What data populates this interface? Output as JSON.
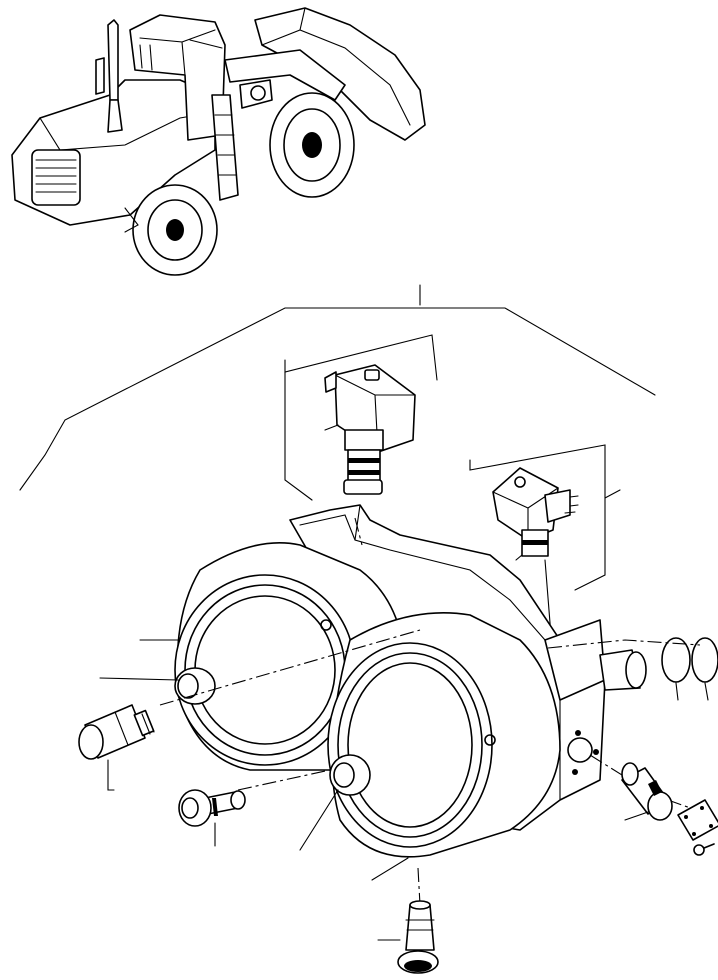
{
  "header": {
    "corner_text": ""
  },
  "illustration": {
    "line_color": "#000000",
    "background_color": "#ffffff",
    "components": [
      "wheel-loader-locator",
      "solenoid-valve-upper",
      "solenoid-valve-right",
      "valve-body",
      "left-accumulator",
      "right-accumulator",
      "relief-plug",
      "fitting",
      "connector",
      "seal-ring",
      "cover-plate",
      "bolt"
    ]
  }
}
